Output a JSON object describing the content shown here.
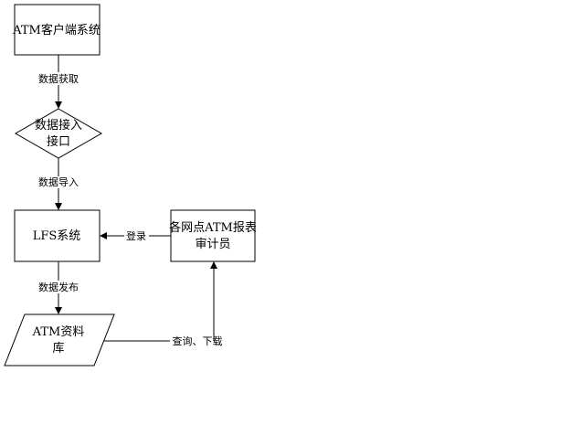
{
  "diagram": {
    "nodes": {
      "atm_client": {
        "label": "ATM客户端系统"
      },
      "data_interface": {
        "lines": [
          "数据接入",
          "接口"
        ]
      },
      "lfs_system": {
        "label": "LFS系统"
      },
      "auditor": {
        "lines": [
          "各网点ATM报表",
          "审计员"
        ]
      },
      "atm_database": {
        "lines": [
          "ATM资料",
          "库"
        ]
      }
    },
    "edges": {
      "fetch": {
        "label": "数据获取"
      },
      "import": {
        "label": "数据导入"
      },
      "publish": {
        "label": "数据发布"
      },
      "login": {
        "label": "登录"
      },
      "query": {
        "label": "查询、下载"
      }
    }
  }
}
